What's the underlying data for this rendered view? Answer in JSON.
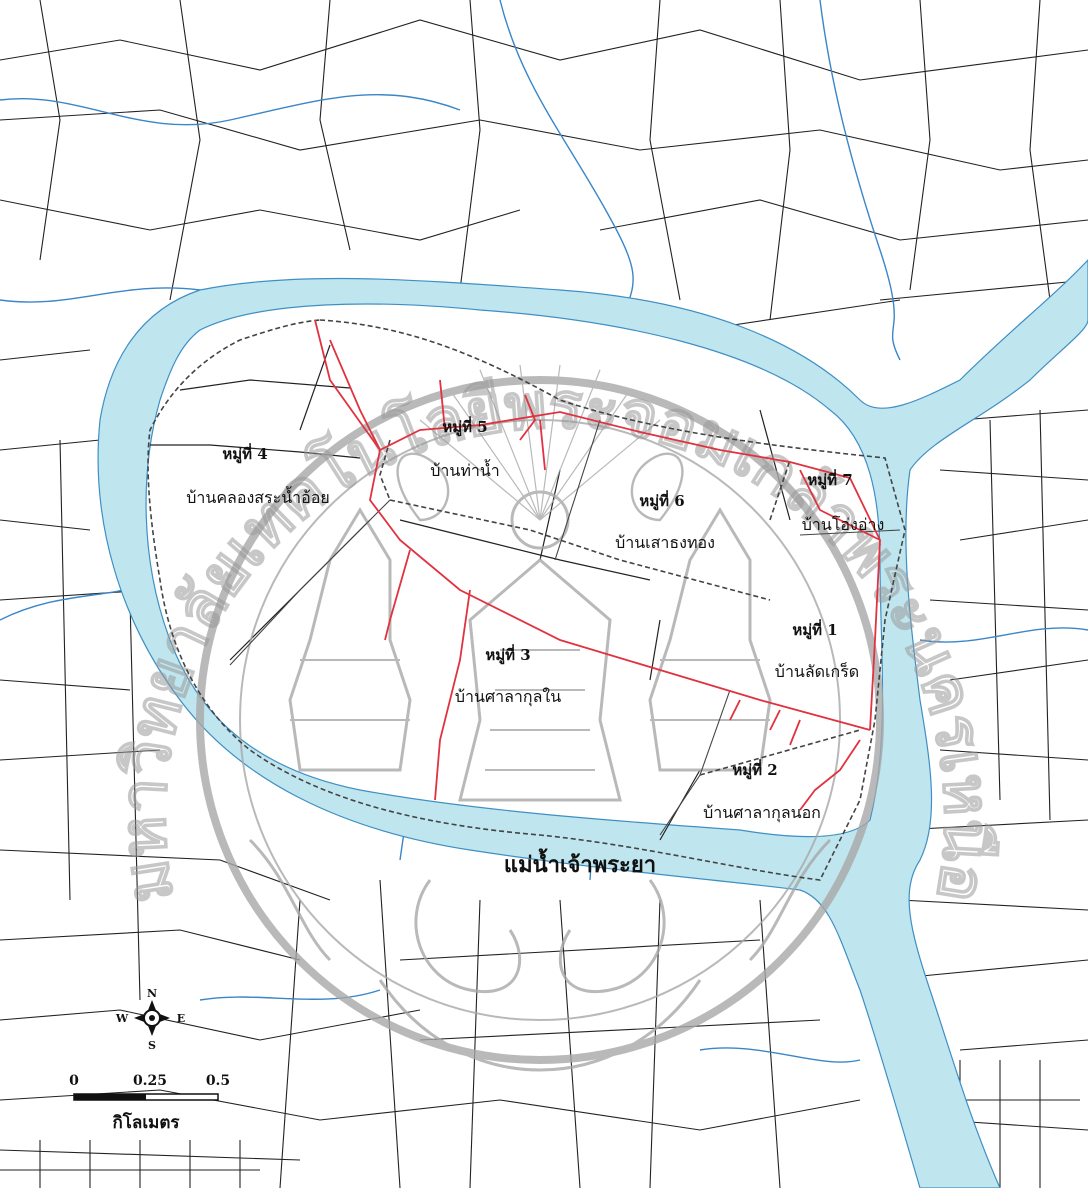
{
  "colors": {
    "river": "#bfe6ef",
    "river_edge": "#3f8fc4",
    "canal": "#3a86c8",
    "road": "#222222",
    "village_road": "#e0323f",
    "boundary": "#444444",
    "watermark": "#a8a8a8"
  },
  "villages": [
    {
      "id": "1",
      "number": "หมู่ที่ 1",
      "name": "บ้านลัดเกร็ด"
    },
    {
      "id": "2",
      "number": "หมู่ที่ 2",
      "name": "บ้านศาลากุลนอก"
    },
    {
      "id": "3",
      "number": "หมู่ที่ 3",
      "name": "บ้านศาลากุลใน"
    },
    {
      "id": "4",
      "number": "หมู่ที่ 4",
      "name": "บ้านคลองสระน้ำอ้อย"
    },
    {
      "id": "5",
      "number": "หมู่ที่ 5",
      "name": "บ้านท่าน้ำ"
    },
    {
      "id": "6",
      "number": "หมู่ที่ 6",
      "name": "บ้านเสาธงทอง"
    },
    {
      "id": "7",
      "number": "หมู่ที่ 7",
      "name": "บ้านโอ่งอ่าง"
    }
  ],
  "river": {
    "label": "แม่น้ำเจ้าพระยา"
  },
  "compass": {
    "north": "N",
    "south": "S",
    "east": "E",
    "west": "W"
  },
  "scale": {
    "ticks": [
      "0",
      "0.25",
      "0.5"
    ],
    "unit": "กิโลเมตร"
  },
  "watermark": {
    "text": "มหาวิทยาลัยเทคโนโลยีพระจอมเกล้าพระนครเหนือ",
    "icon": "university-seal-icon"
  }
}
